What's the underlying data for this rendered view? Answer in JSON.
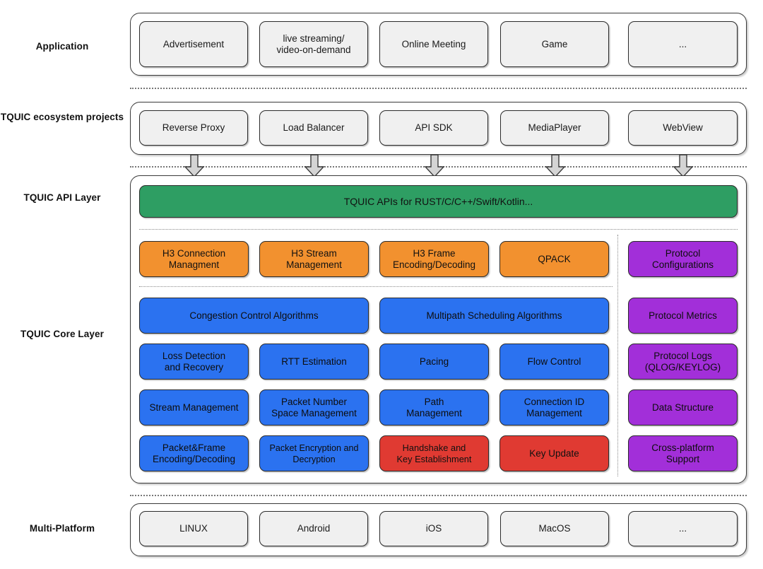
{
  "diagram": {
    "title": "TQUIC architecture layers",
    "colors": {
      "grey": "#f0f0f0",
      "green": "#2E9E63",
      "orange": "#F2912F",
      "blue": "#2B72F0",
      "purple": "#A22FD9",
      "red": "#E03A32",
      "arrow": "#D4D4D4",
      "outline": "#2b2b2b"
    }
  },
  "rows": {
    "application": {
      "label": "Application"
    },
    "ecosystem": {
      "label": "TQUIC\necosystem projects"
    },
    "api": {
      "label": "TQUIC\nAPI Layer"
    },
    "core": {
      "label": "TQUIC\nCore Layer"
    },
    "platform": {
      "label": "Multi-Platform"
    }
  },
  "application": {
    "items": [
      {
        "label": "Advertisement"
      },
      {
        "label": "live streaming/\nvideo-on-demand"
      },
      {
        "label": "Online Meeting"
      },
      {
        "label": "Game"
      },
      {
        "label": "..."
      }
    ]
  },
  "ecosystem": {
    "items": [
      {
        "label": "Reverse Proxy"
      },
      {
        "label": "Load Balancer"
      },
      {
        "label": "API SDK"
      },
      {
        "label": "MediaPlayer"
      },
      {
        "label": "WebView"
      }
    ]
  },
  "api_layer": {
    "bar": {
      "label": "TQUIC APIs for RUST/C/C++/Swift/Kotlin..."
    }
  },
  "http3_row": {
    "items": [
      {
        "label": "H3 Connection\nManagment"
      },
      {
        "label": "H3 Stream\nManagement"
      },
      {
        "label": "H3 Frame\nEncoding/Decoding"
      },
      {
        "label": "QPACK"
      }
    ]
  },
  "core_layer": {
    "row1": [
      {
        "label": "Congestion Control Algorithms"
      },
      {
        "label": "Multipath Scheduling Algorithms"
      }
    ],
    "row2": [
      {
        "label": "Loss Detection\nand Recovery"
      },
      {
        "label": "RTT Estimation"
      },
      {
        "label": "Pacing"
      },
      {
        "label": "Flow Control"
      }
    ],
    "row3": [
      {
        "label": "Stream Management"
      },
      {
        "label": "Packet Number\nSpace Management"
      },
      {
        "label": "Path\nManagement"
      },
      {
        "label": "Connection ID\nManagement"
      }
    ],
    "row4": [
      {
        "label": "Packet&Frame\nEncoding/Decoding"
      },
      {
        "label": "Packet Encryption and\nDecryption"
      },
      {
        "label": "Handshake and\nKey Establishment"
      },
      {
        "label": "Key Update"
      }
    ]
  },
  "side_column": {
    "items": [
      {
        "label": "Protocol\nConfigurations"
      },
      {
        "label": "Protocol Metrics"
      },
      {
        "label": "Protocol Logs\n(QLOG/KEYLOG)"
      },
      {
        "label": "Data Structure"
      },
      {
        "label": "Cross-platform\nSupport"
      }
    ]
  },
  "platform": {
    "items": [
      {
        "label": "LINUX"
      },
      {
        "label": "Android"
      },
      {
        "label": "iOS"
      },
      {
        "label": "MacOS"
      },
      {
        "label": "..."
      }
    ]
  }
}
